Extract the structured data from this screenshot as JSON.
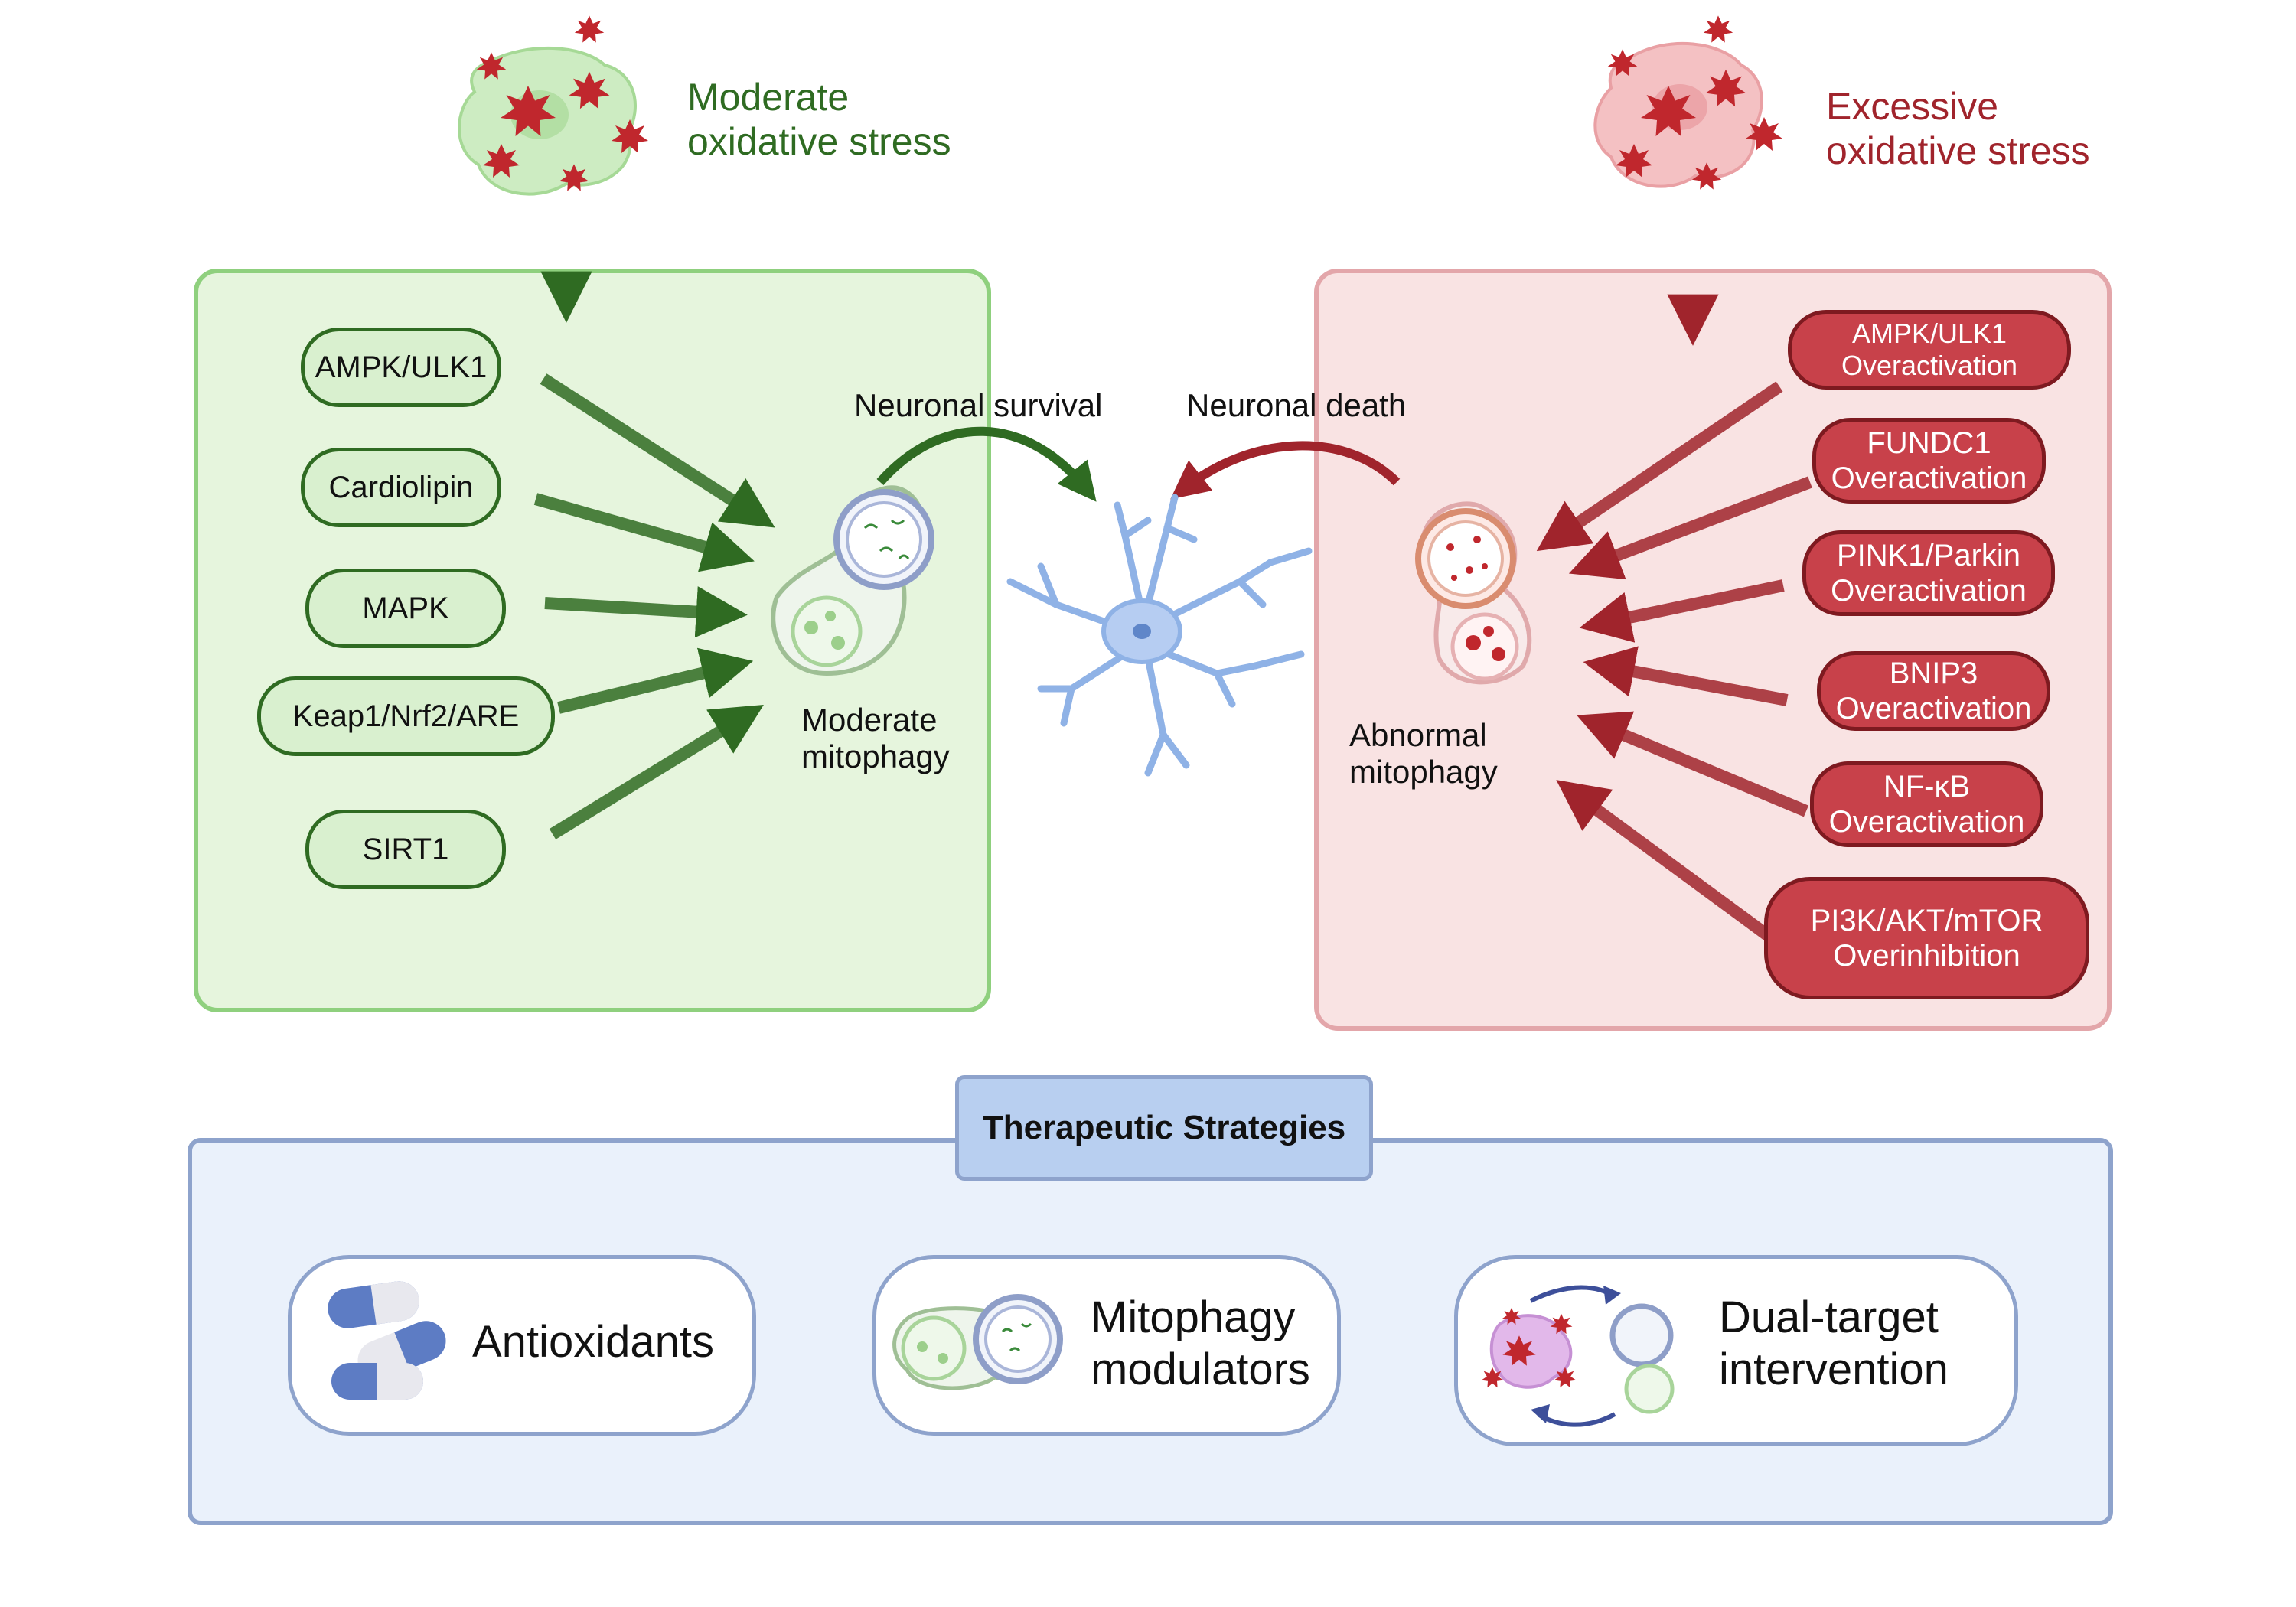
{
  "moderate": {
    "title_line1": "Moderate",
    "title_line2": "oxidative stress",
    "pathways": [
      "AMPK/ULK1",
      "Cardiolipin",
      "MAPK",
      "Keap1/Nrf2/ARE",
      "SIRT1"
    ],
    "result_line1": "Moderate",
    "result_line2": "mitophagy",
    "color": "#2f6b22",
    "box_fill": "#e6f5dd"
  },
  "excessive": {
    "title_line1": "Excessive",
    "title_line2": "oxidative stress",
    "pathways": [
      {
        "line1": "AMPK/ULK1",
        "line2": "Overactivation"
      },
      {
        "line1": "FUNDC1",
        "line2": "Overactivation"
      },
      {
        "line1": "PINK1/Parkin",
        "line2": "Overactivation"
      },
      {
        "line1": "BNIP3",
        "line2": "Overactivation"
      },
      {
        "line1": "NF-κB",
        "line2": "Overactivation"
      },
      {
        "line1": "PI3K/AKT/mTOR",
        "line2": "Overinhibition"
      }
    ],
    "result_line1": "Abnormal",
    "result_line2": "mitophagy",
    "color": "#a0242c",
    "box_fill": "#f9e3e3"
  },
  "outcomes": {
    "survival": "Neuronal survival",
    "death": "Neuronal death"
  },
  "therapy": {
    "header": "Therapeutic Strategies",
    "strategies": [
      {
        "line1": "Antioxidants",
        "line2": ""
      },
      {
        "line1": "Mitophagy",
        "line2": "modulators"
      },
      {
        "line1": "Dual-target",
        "line2": "intervention"
      }
    ],
    "box_fill": "#eaf1fb"
  },
  "icons": {
    "ros": "o2-radical-icon",
    "cell": "stressed-cell-icon",
    "mito": "mitophagy-mitochondrion-icon",
    "neuron": "neuron-icon",
    "capsule": "capsule-icon"
  }
}
